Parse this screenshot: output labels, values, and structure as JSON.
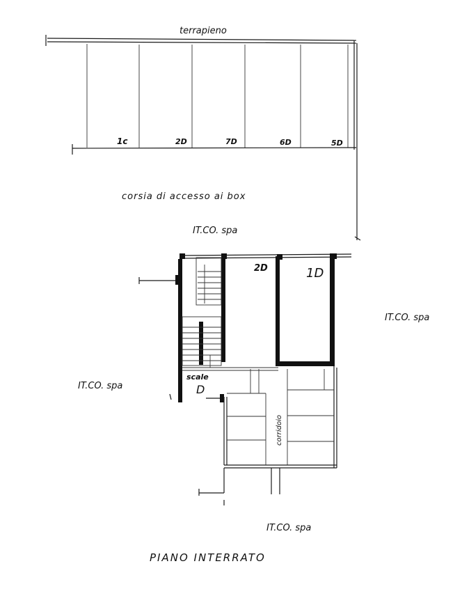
{
  "labels": {
    "terrapieno": "terrapieno",
    "box_1": "1c",
    "box_2": "2D",
    "box_3": "7D",
    "box_4": "6D",
    "box_5": "5D",
    "corsia": "corsia di accesso ai box",
    "itco_top": "IT.CO. spa",
    "itco_right": "IT.CO. spa",
    "itco_left": "IT.CO. spa",
    "itco_bottom": "IT.CO. spa",
    "cellar_2d": "2D",
    "cellar_1d": "1D",
    "scale": "scale",
    "d_mark": "D",
    "corridoio": "corridoio",
    "title": "PIANO INTERRATO"
  }
}
